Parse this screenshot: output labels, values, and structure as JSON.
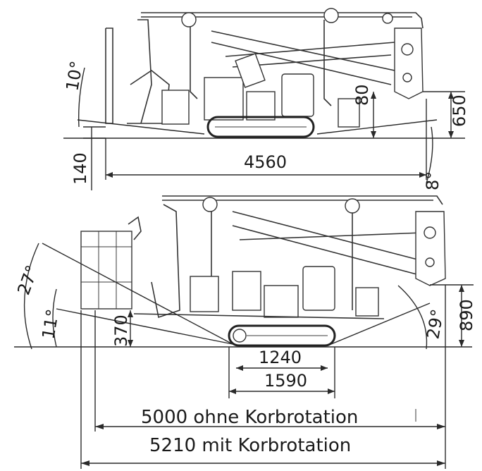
{
  "labels": {
    "angle_top_left": "10°",
    "dim_80": "80",
    "dim_650": "650",
    "dim_140": "140",
    "dim_4560": "4560",
    "angle_8": "8°",
    "angle_27": "27°",
    "angle_11": "11°",
    "dim_370": "370",
    "angle_29": "29°",
    "dim_890": "890",
    "dim_1240": "1240",
    "dim_1590": "1590",
    "caption_line1": "5000 ohne Korbrotation",
    "caption_line2": "5210 mit Korbrotation"
  },
  "colors": {
    "line": "#2a2a2a",
    "background": "#ffffff"
  }
}
